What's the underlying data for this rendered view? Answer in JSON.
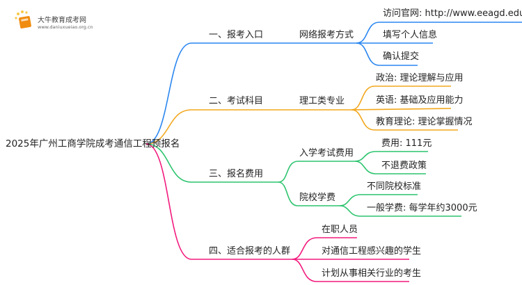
{
  "logo": {
    "title": "大牛教育成考网",
    "url": "www.daniuxueiao.org.cn"
  },
  "colors": {
    "b1": "#2a86f0",
    "b2": "#f2a71c",
    "b3": "#2cc46e",
    "b4": "#f2197c"
  },
  "root": "2025年广州工商学院成考通信工程预报名",
  "branches": [
    {
      "label": "一、报考入口",
      "sub": [
        {
          "label": "网络报考方式",
          "items": [
            "访问官网: http://www.eeagd.edu.cn/cr",
            "填写个人信息",
            "确认提交"
          ]
        }
      ]
    },
    {
      "label": "二、考试科目",
      "sub": [
        {
          "label": "理工类专业",
          "items": [
            "政治: 理论理解与应用",
            "英语: 基础及应用能力",
            "教育理论: 理论掌握情况"
          ]
        }
      ]
    },
    {
      "label": "三、报名费用",
      "sub": [
        {
          "label": "入学考试费用",
          "items": [
            "费用: 111元",
            "不退费政策"
          ]
        },
        {
          "label": "院校学费",
          "items": [
            "不同院校标准",
            "一般学费: 每学年约3000元"
          ]
        }
      ]
    },
    {
      "label": "四、适合报考的人群",
      "items": [
        "在职人员",
        "对通信工程感兴趣的学生",
        "计划从事相关行业的考生"
      ]
    }
  ]
}
